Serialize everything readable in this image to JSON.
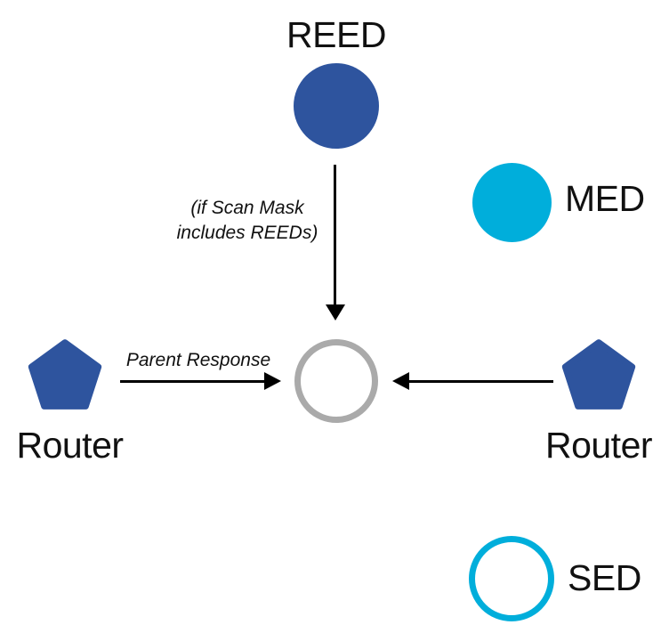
{
  "diagram": {
    "colors": {
      "node_dark_blue": "#2E549E",
      "node_cyan": "#00AEDB",
      "center_ring_gray": "#AAAAAA",
      "arrow_black": "#000000"
    },
    "nodes": {
      "reed": {
        "label": "REED",
        "shape": "filled-circle",
        "color": "#2E549E"
      },
      "med": {
        "label": "MED",
        "shape": "filled-circle",
        "color": "#00AEDB"
      },
      "sed": {
        "label": "SED",
        "shape": "outlined-circle",
        "color": "#00AEDB"
      },
      "router_left": {
        "label": "Router",
        "shape": "pentagon",
        "color": "#2E549E"
      },
      "router_right": {
        "label": "Router",
        "shape": "pentagon",
        "color": "#2E549E"
      },
      "center": {
        "shape": "outlined-circle",
        "color": "#AAAAAA"
      }
    },
    "edges": {
      "reed_to_center": {
        "direction": "down",
        "caption_line1": "(if Scan Mask",
        "caption_line2": "includes REEDs)"
      },
      "router_left_to_center": {
        "direction": "right",
        "caption": "Parent Response"
      },
      "router_right_to_center": {
        "direction": "left"
      }
    }
  }
}
